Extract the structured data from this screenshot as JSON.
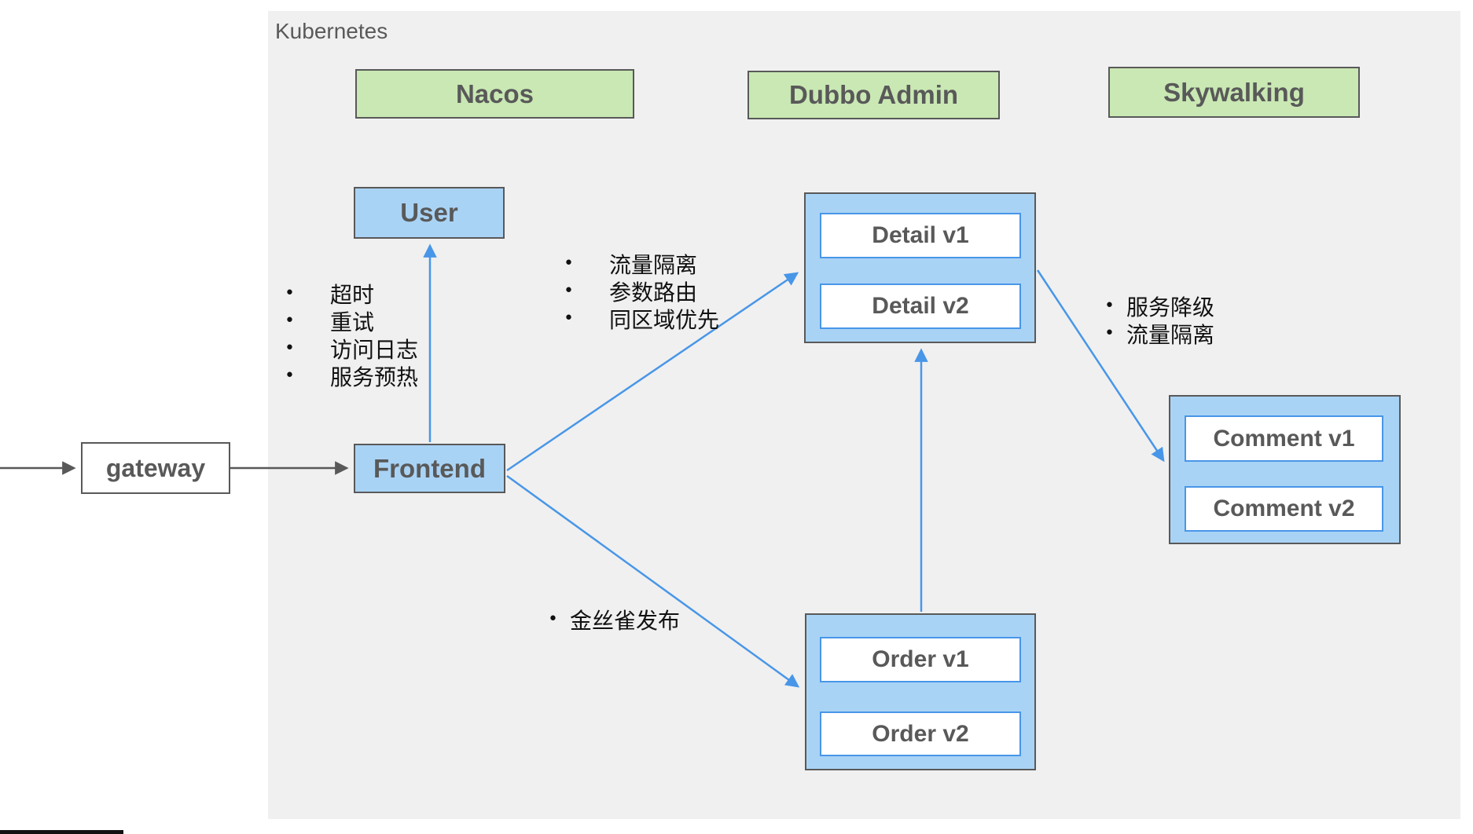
{
  "title": "Kubernetes",
  "colors": {
    "region_bg": "#f0f0f0",
    "green_fill": "#c9e8b3",
    "blue_fill": "#a9d3f5",
    "blue_accent": "#4896e8",
    "dark_gray": "#595959"
  },
  "platform_services": [
    {
      "label": "Nacos"
    },
    {
      "label": "Dubbo Admin"
    },
    {
      "label": "Skywalking"
    }
  ],
  "nodes": {
    "gateway": {
      "label": "gateway"
    },
    "user": {
      "label": "User"
    },
    "frontend": {
      "label": "Frontend"
    }
  },
  "service_groups": {
    "detail": {
      "versions": [
        "Detail v1",
        "Detail v2"
      ]
    },
    "order": {
      "versions": [
        "Order v1",
        "Order v2"
      ]
    },
    "comment": {
      "versions": [
        "Comment v1",
        "Comment v2"
      ]
    }
  },
  "annotations": {
    "bullet": "•",
    "frontend_user": {
      "items": [
        "超时",
        "重试",
        "访问日志",
        "服务预热"
      ]
    },
    "frontend_detail": {
      "items": [
        "流量隔离",
        "参数路由",
        "同区域优先"
      ]
    },
    "detail_comment": {
      "items": [
        "服务降级",
        "流量隔离"
      ]
    },
    "frontend_order": {
      "items": [
        "金丝雀发布"
      ]
    }
  },
  "edges": [
    {
      "from": "external",
      "to": "gateway",
      "style": "gray"
    },
    {
      "from": "gateway",
      "to": "frontend",
      "style": "gray"
    },
    {
      "from": "frontend",
      "to": "user",
      "style": "blue"
    },
    {
      "from": "frontend",
      "to": "detail-group",
      "style": "blue"
    },
    {
      "from": "frontend",
      "to": "order-group",
      "style": "blue"
    },
    {
      "from": "order-group",
      "to": "detail-group",
      "style": "blue"
    },
    {
      "from": "detail-group",
      "to": "comment-group",
      "style": "blue"
    }
  ]
}
